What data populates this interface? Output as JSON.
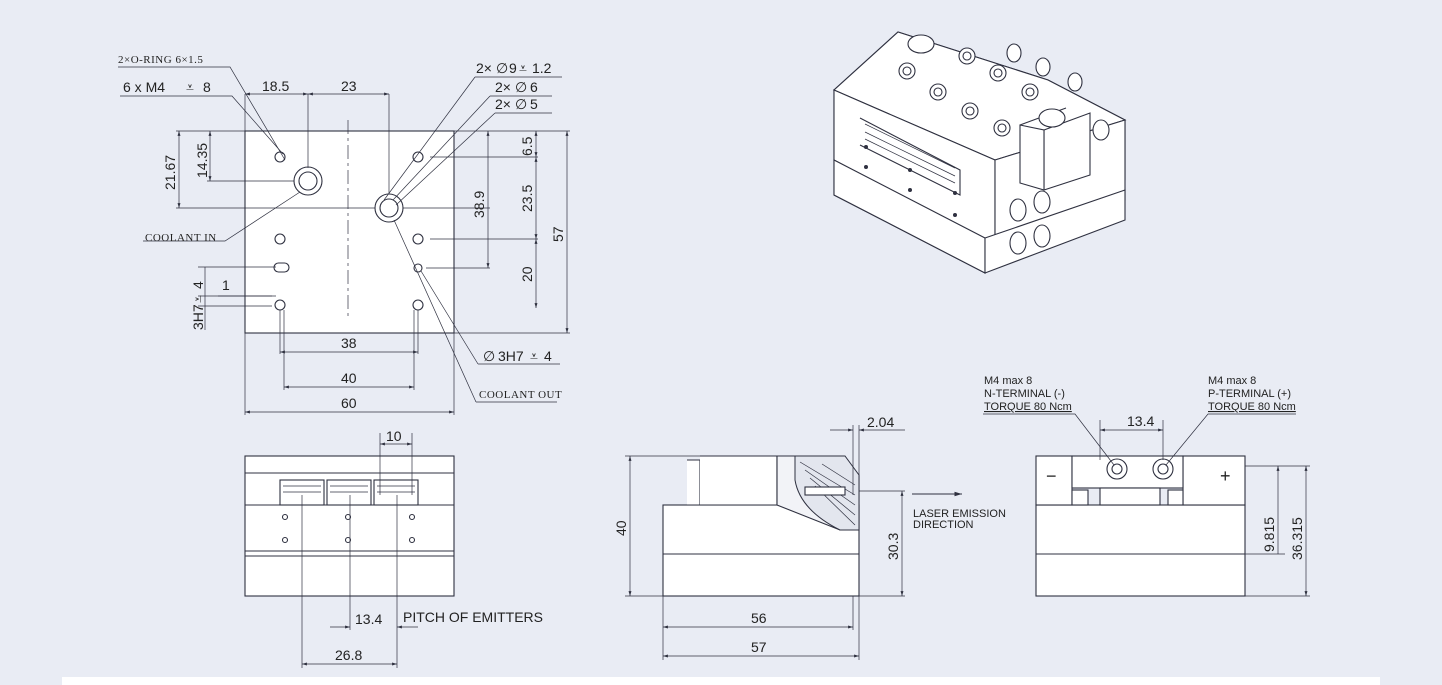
{
  "top_view": {
    "oring_note": "2×O-RING 6×1.5",
    "m4_note": "6 x  M4",
    "m4_depth": "8",
    "dim_18_5": "18.5",
    "dim_23": "23",
    "dim_21_67": "21.67",
    "dim_14_35": "14.35",
    "note_9_1_2": "2×",
    "note_9_val": "9",
    "note_9_depth": "1.2",
    "note_6_prefix": "2×",
    "note_6_val": "6",
    "note_5_prefix": "2×",
    "note_5_val": "5",
    "dim_6_5": "6.5",
    "dim_38_9": "38.9",
    "dim_23_5": "23.5",
    "dim_57": "57",
    "dim_20": "20",
    "coolant_in": "COOLANT  IN",
    "coolant_out": "COOLANT  OUT",
    "dim_1": "1",
    "dim_3h7": "3H7",
    "dim_3h7_depth": "4",
    "dim_38": "38",
    "dim_40": "40",
    "dim_60": "60",
    "note_3h7": "3H7",
    "note_3h7_depth": "4"
  },
  "front_view": {
    "dim_10": "10",
    "dim_13_4": "13.4",
    "pitch_label": "PITCH OF EMITTERS",
    "dim_26_8": "26.8"
  },
  "side_view": {
    "dim_2_04": "2.04",
    "dim_40": "40",
    "dim_30_3": "30.3",
    "emission_line1": "LASER EMISSION",
    "emission_line2": "DIRECTION",
    "dim_56": "56",
    "dim_57": "57"
  },
  "rear_view": {
    "n_line1": "M4 max 8",
    "n_line2": "N-TERMINAL (-)",
    "n_line3": "TORQUE 80 Ncm",
    "p_line1": "M4 max 8",
    "p_line2": "P-TERMINAL (+)",
    "p_line3": "TORQUE 80 Ncm",
    "dim_13_4": "13.4",
    "minus": "−",
    "plus": "+",
    "dim_9_815": "9.815",
    "dim_36_315": "36.315"
  },
  "colors": {
    "background": "#e9ecf4",
    "line": "#2f3140",
    "part_fill": "#ffffff"
  }
}
